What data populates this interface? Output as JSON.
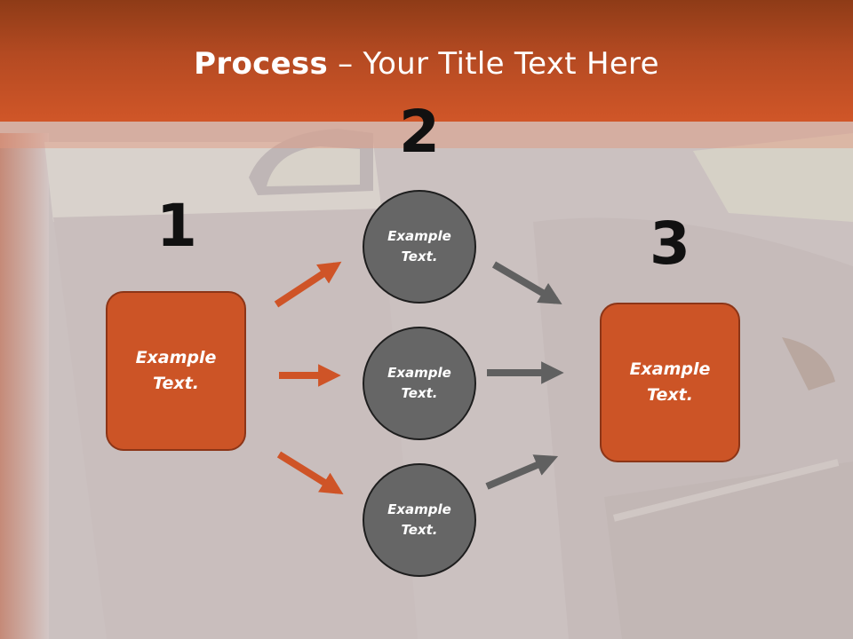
{
  "title": {
    "bold": "Process",
    "dash": " – ",
    "rest": "Your Title Text Here"
  },
  "steps": [
    {
      "number": "1",
      "label": "Example Text."
    },
    {
      "number": "2",
      "items": [
        "Example Text.",
        "Example Text.",
        "Example Text."
      ]
    },
    {
      "number": "3",
      "label": "Example Text."
    }
  ],
  "colors": {
    "header": "#c4501f",
    "box_fill": "#cc5426",
    "box_border": "#8c3517",
    "circle_fill": "#666666",
    "arrow_orange": "#cf5427",
    "arrow_gray": "#606060"
  },
  "icons": [
    "arrow-right-up",
    "arrow-right",
    "arrow-right-down"
  ]
}
